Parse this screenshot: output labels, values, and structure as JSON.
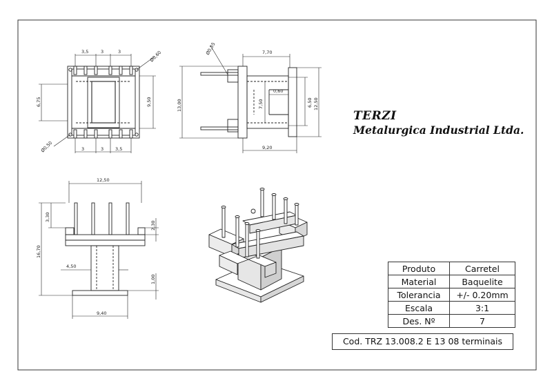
{
  "company": {
    "name": "TERZI",
    "subtitle": "Metalurgica Industrial Ltda."
  },
  "title_block": {
    "rows": [
      {
        "key": "Produto",
        "value": "Carretel"
      },
      {
        "key": "Material",
        "value": "Baquelite"
      },
      {
        "key": "Tolerancia",
        "value": "+/- 0.20mm"
      },
      {
        "key": "Escala",
        "value": "3:1"
      },
      {
        "key": "Des. Nº",
        "value": "7"
      }
    ],
    "code": "Cod. TRZ 13.008.2 E 13 08 terminais"
  },
  "dimensions": {
    "top_view": {
      "top_pitch": [
        "3,5",
        "3",
        "3"
      ],
      "bottom_pitch": [
        "3",
        "3",
        "3,5"
      ],
      "hole_top": "Ø0,60",
      "hole_bottom": "Ø0,50",
      "left_h": "6,75",
      "right_h": "9,50"
    },
    "side_view": {
      "width_top": "7,70",
      "hole": "Ø0,55",
      "height": "13,00",
      "inner_h": "7,50",
      "gap": "0,60",
      "slot_h": "6,50",
      "right_h": "12,50",
      "width_bottom": "9,20"
    },
    "front_view": {
      "width_top": "12,50",
      "pin_h": "3,30",
      "pin_h_right": "2,30",
      "total_h": "16,70",
      "core_w": "4,50",
      "flange_t": "1,00",
      "base_w": "9,40"
    }
  }
}
